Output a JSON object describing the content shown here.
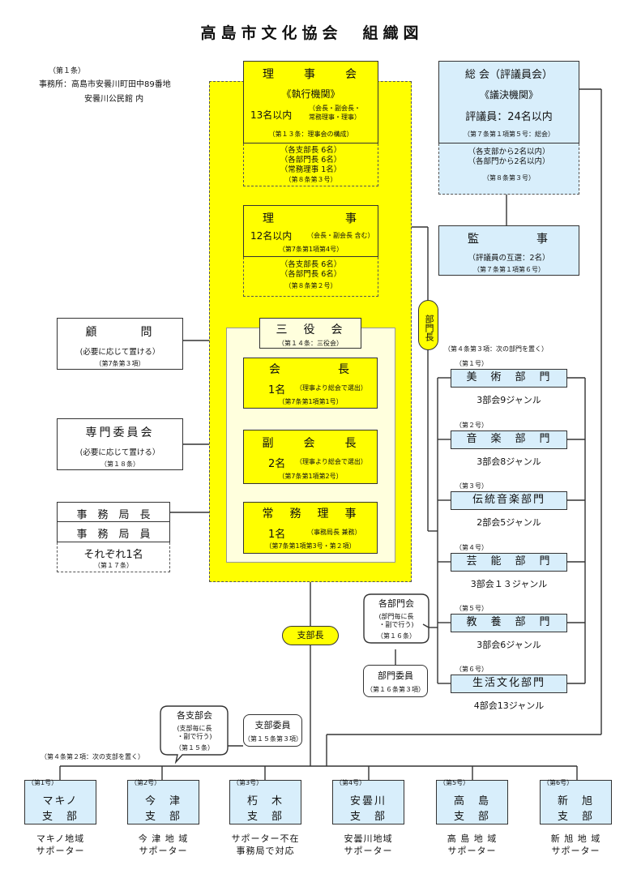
{
  "title": "高島市文化協会　組織図",
  "address": {
    "article": "（第１条）",
    "line1": "事務所：高島市安曇川町田中89番地",
    "line2": "安曇川公民館 内"
  },
  "board": {
    "title": "理　　事　　会",
    "role": "《執行機関》",
    "count": "13名以内",
    "members": "（会長・副会長・",
    "members2": "常務理事・理事）",
    "article": "（第１３条：理事会の構成）",
    "sub1": "（各支部長  6名）",
    "sub2": "（各部門長  6名）",
    "sub3": "（常務理事  1名）",
    "sub_article": "（第８条第３号）"
  },
  "directors": {
    "title": "理　　　　　事",
    "count": "12名以内",
    "note": "（会長・副会長 含む）",
    "article": "（第7条第1項第4号）",
    "sub1": "（各支部長  6名）",
    "sub2": "（各部門長  6名）",
    "sub_article": "（第８条第２号）"
  },
  "assembly": {
    "title": "総 会（評議員会）",
    "role": "《議決機関》",
    "count": "評議員：24名以内",
    "article": "（第７条第１項第５号：総会）",
    "sub1": "（各支部から2名以内）",
    "sub2": "（各部門から2名以内）",
    "sub_article": "（第８条第３号）"
  },
  "auditor": {
    "title": "監　　　　事",
    "note": "（評議員の互選：2名）",
    "article": "（第７条第１項第６号）"
  },
  "advisor": {
    "title": "顧　　　問",
    "note": "(必要に応じて置ける）",
    "article": "（第7条第３項）"
  },
  "committee": {
    "title": "専門委員会",
    "note": "(必要に応じて置ける）",
    "article": "（第１８条）"
  },
  "secretariat": {
    "chief": "事　務　局　長",
    "staff": "事　務　局　員",
    "each": "それぞれ1名",
    "article": "（第１７条）"
  },
  "officers": {
    "title": "三　役　会",
    "article": "（第１４条：三役会）"
  },
  "president": {
    "title": "会　　　　長",
    "count": "1名",
    "note": "（理事より総会で選出）",
    "article": "（第7条第1項第1号）"
  },
  "vice": {
    "title": "副　　会　　長",
    "count": "2名",
    "note": "（理事より総会で選出）",
    "article": "（第7条第1項第2号）"
  },
  "managing": {
    "title": "常　務　理　事",
    "count": "1名",
    "note": "（事務局長 兼務）",
    "article": "（第7条第1項第3号・第２項）"
  },
  "dept_head": "部門長",
  "dept_note": "（第４条第３項：次の部門を置く）",
  "departments": [
    {
      "num": "（第１号）",
      "name": "美　術　部　門",
      "genre": "3部会9ジャンル"
    },
    {
      "num": "（第２号）",
      "name": "音　楽　部　門",
      "genre": "3部会8ジャンル"
    },
    {
      "num": "（第３号）",
      "name": "伝統音楽部門",
      "genre": "2部会5ジャンル"
    },
    {
      "num": "（第４号）",
      "name": "芸　能　部　門",
      "genre": "3部会１３ジャンル"
    },
    {
      "num": "（第５号）",
      "name": "教　養　部　門",
      "genre": "3部会6ジャンル"
    },
    {
      "num": "（第６号）",
      "name": "生活文化部門",
      "genre": "4部会13ジャンル"
    }
  ],
  "dept_bubble": {
    "title": "各部門会",
    "l1": "(部門毎に長",
    "l2": "・副で行う)",
    "l3": "（第１６条）"
  },
  "dept_member": {
    "title": "部門委員",
    "article": "（第１６条第３項）"
  },
  "branch_head": "支部長",
  "branch_bubble": {
    "title": "各支部会",
    "l1": "(支部毎に長",
    "l2": "・副で行う)",
    "l3": "（第１５条）"
  },
  "branch_member": {
    "title": "支部委員",
    "article": "（第１５条第３項）"
  },
  "branch_note": "（第４条第２項：次の支部を置く）",
  "branches": [
    {
      "num": "（第1号）",
      "l1": "マキノ",
      "l2": "支　部",
      "s1": "マキノ地域",
      "s2": "サポーター"
    },
    {
      "num": "（第2号）",
      "l1": "今　津",
      "l2": "支　部",
      "s1": "今 津 地 域",
      "s2": "サポーター"
    },
    {
      "num": "（第3号）",
      "l1": "朽　木",
      "l2": "支　部",
      "s1": "サポーター不在",
      "s2": "事務局で対応"
    },
    {
      "num": "（第4号）",
      "l1": "安曇川",
      "l2": "支　部",
      "s1": "安曇川地域",
      "s2": "サポーター"
    },
    {
      "num": "（第5号）",
      "l1": "高　島",
      "l2": "支　部",
      "s1": "高 島 地 域",
      "s2": "サポーター"
    },
    {
      "num": "（第6号）",
      "l1": "新　旭",
      "l2": "支　部",
      "s1": "新 旭 地 域",
      "s2": "サポーター"
    }
  ],
  "colors": {
    "yellow": "#ffff00",
    "pale": "#ffffdd",
    "blue": "#d8eefb"
  }
}
